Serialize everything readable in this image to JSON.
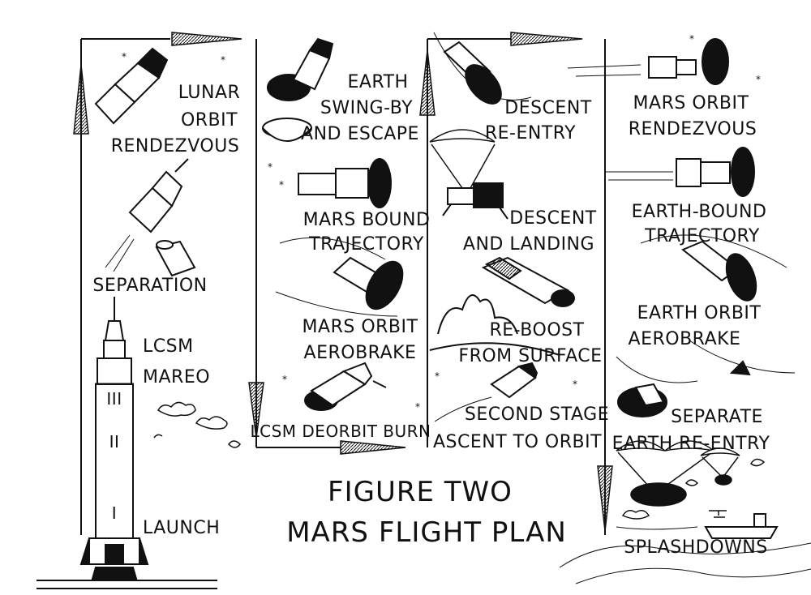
{
  "title": {
    "line1": "FIGURE TWO",
    "line2": "MARS FLIGHT PLAN"
  },
  "stages": {
    "launch": "LAUNCH",
    "mareo": "MAREO",
    "lcsm": "LCSM",
    "separation": "SEPARATION",
    "lunar_orbit_rendezvous": [
      "LUNAR",
      "ORBIT",
      "RENDEZVOUS"
    ],
    "earth_swing_by": [
      "EARTH",
      "SWING-BY",
      "AND ESCAPE"
    ],
    "mars_bound_trajectory": [
      "MARS BOUND",
      "TRAJECTORY"
    ],
    "mars_orbit_aerobrake": [
      "MARS ORBIT",
      "AEROBRAKE"
    ],
    "lcsm_deorbit_burn": "LCSM DEORBIT BURN",
    "descent_re_entry": [
      "DESCENT",
      "RE-ENTRY"
    ],
    "descent_and_landing": [
      "DESCENT",
      "AND LANDING"
    ],
    "re_boost_from_surface": [
      "RE-BOOST",
      "FROM SURFACE"
    ],
    "second_stage_ascent": [
      "SECOND STAGE",
      "ASCENT TO ORBIT"
    ],
    "mars_orbit_rendezvous": [
      "MARS ORBIT",
      "RENDEZVOUS"
    ],
    "earth_bound_trajectory": [
      "EARTH-BOUND",
      "TRAJECTORY"
    ],
    "earth_orbit_aerobrake": [
      "EARTH ORBIT",
      "AEROBRAKE"
    ],
    "separate_earth_re_entry": [
      "SEPARATE",
      "EARTH RE-ENTRY"
    ],
    "splashdowns": "SPLASHDOWNS"
  },
  "rocket_stage_numerals": [
    "III",
    "II",
    "I"
  ],
  "colors": {
    "ink": "#111111",
    "paper": "#ffffff"
  }
}
